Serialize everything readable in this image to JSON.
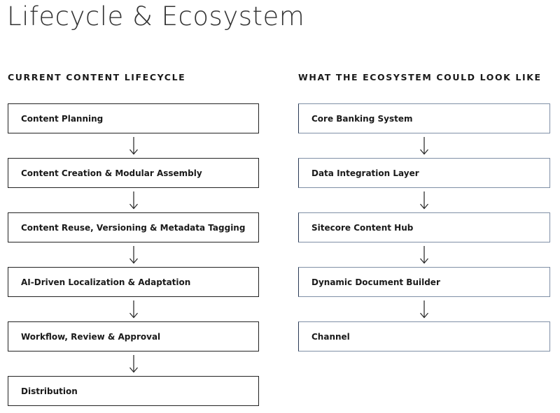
{
  "title": "Lifecycle & Ecosystem",
  "left": {
    "heading": "CURRENT CONTENT LIFECYCLE",
    "steps": [
      "Content Planning",
      "Content Creation & Modular Assembly",
      "Content Reuse, Versioning & Metadata Tagging",
      "AI-Driven Localization & Adaptation",
      "Workflow, Review & Approval",
      "Distribution"
    ]
  },
  "right": {
    "heading": "WHAT THE ECOSYSTEM COULD LOOK LIKE",
    "steps": [
      "Core Banking System",
      "Data Integration Layer",
      "Sitecore Content Hub",
      "Dynamic Document Builder",
      "Channel"
    ]
  },
  "colors": {
    "text": "#1a1a1a",
    "box_border": "#222222",
    "arrow": "#222222"
  },
  "icons": {
    "connector": "arrow-down-icon"
  }
}
